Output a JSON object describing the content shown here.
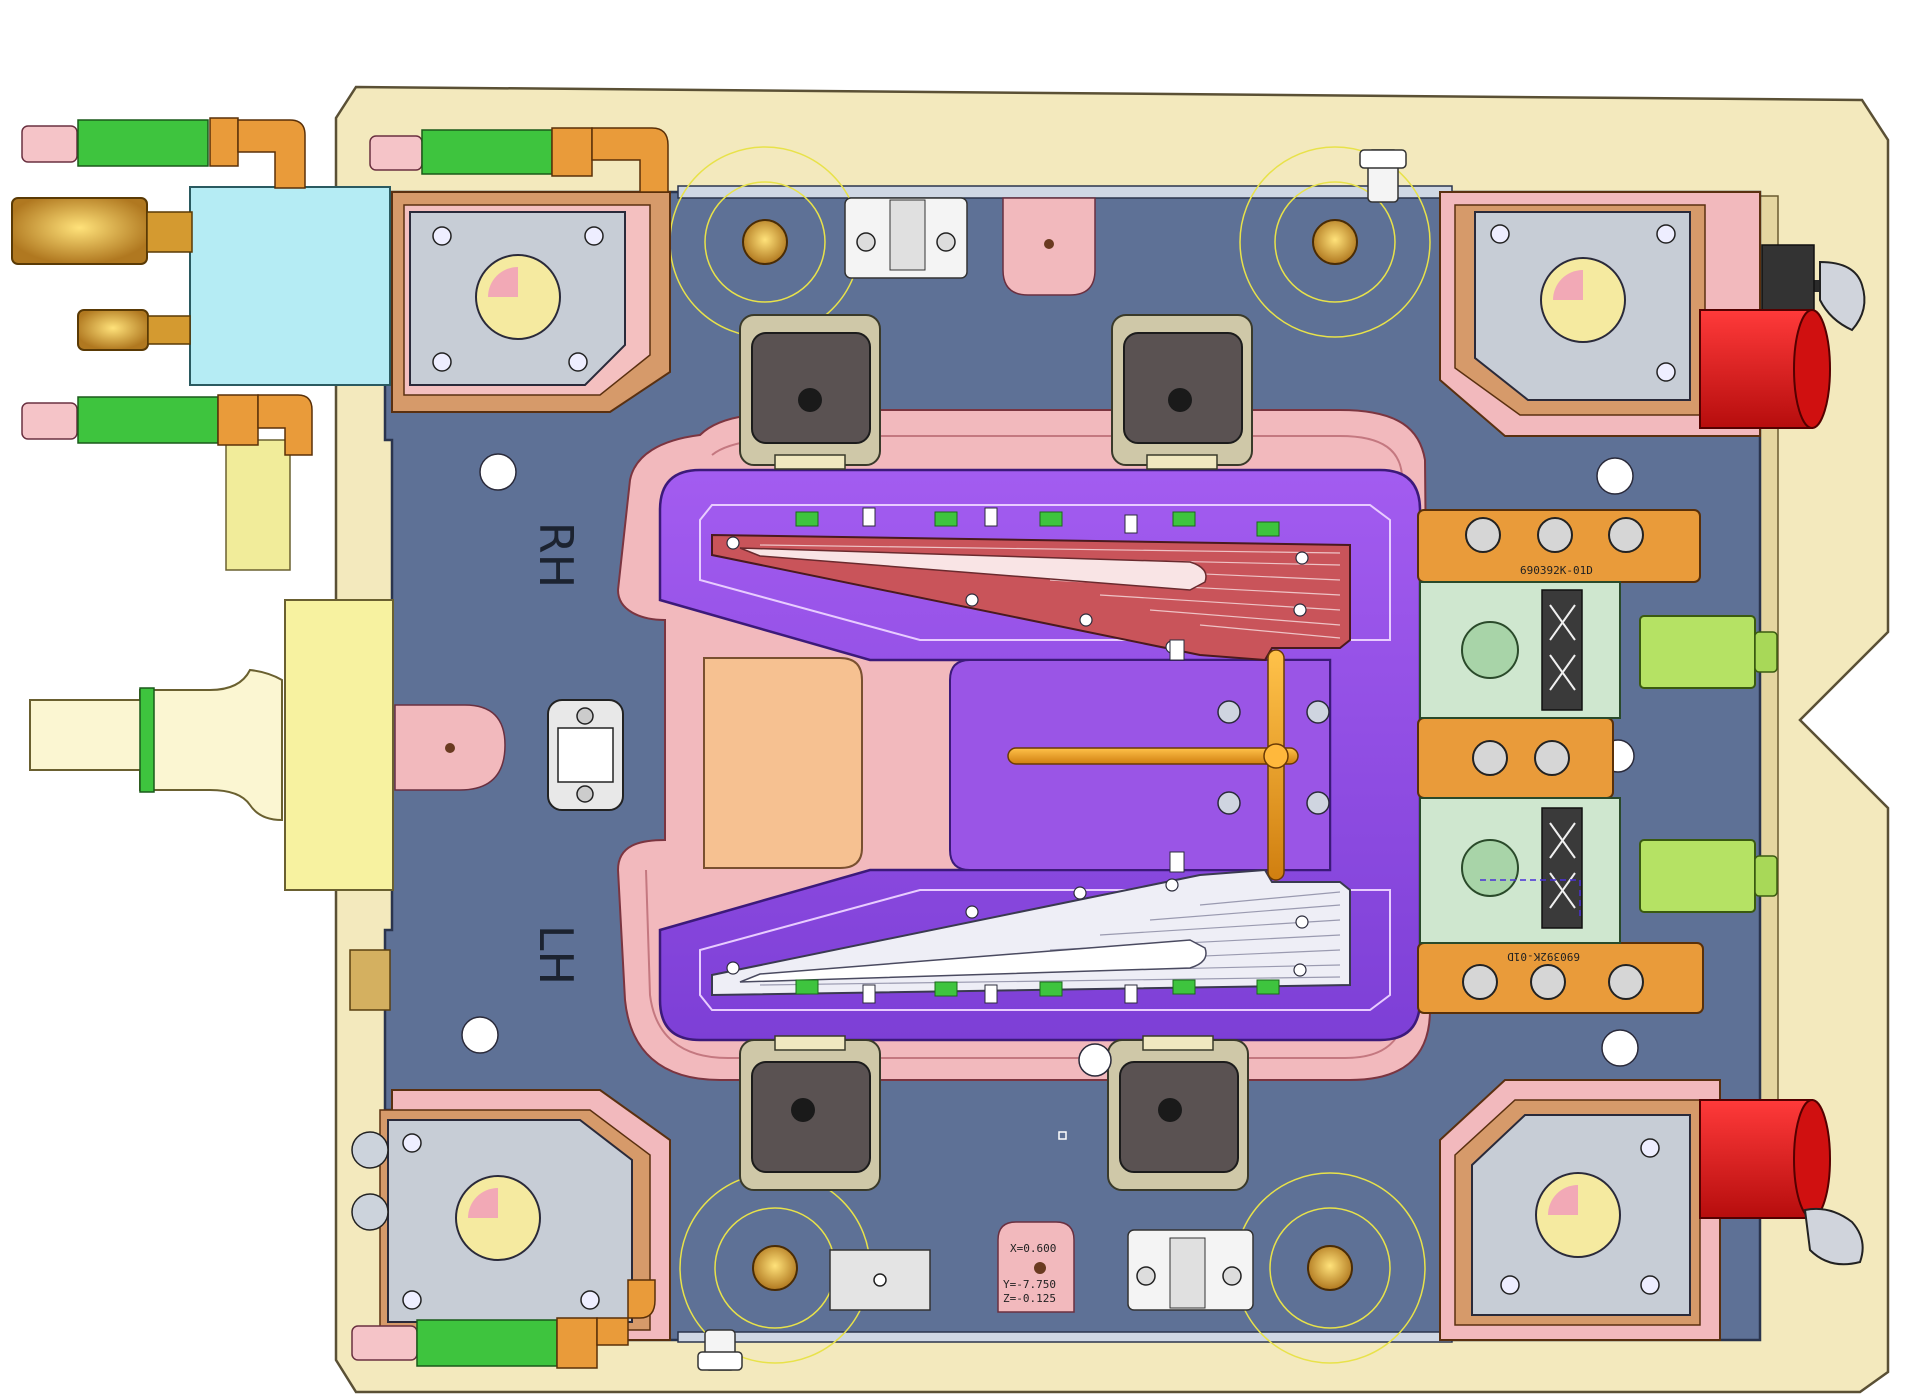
{
  "view": {
    "background": "#ffffff"
  },
  "engravings": {
    "rh": "RH",
    "lh": "LH"
  },
  "part_labels": {
    "clamp_top": "690392K-01D",
    "clamp_bottom": "690392K-01D"
  },
  "coordinates": {
    "x": "X=0.600",
    "y": "Y=-7.750",
    "z": "Z=-0.125"
  },
  "colors": {
    "base_plate": "#f3e9bd",
    "core_plate": "#5e7196",
    "pink_pocket": "#f2b9bd",
    "purple_insert": "#9a55e6",
    "locking_block": "#c7cdd6",
    "orange_clamp": "#e99b3a",
    "green_fitting": "#3ec43e",
    "red_cylinder": "#e01818",
    "brass": "#e3ad3c"
  }
}
